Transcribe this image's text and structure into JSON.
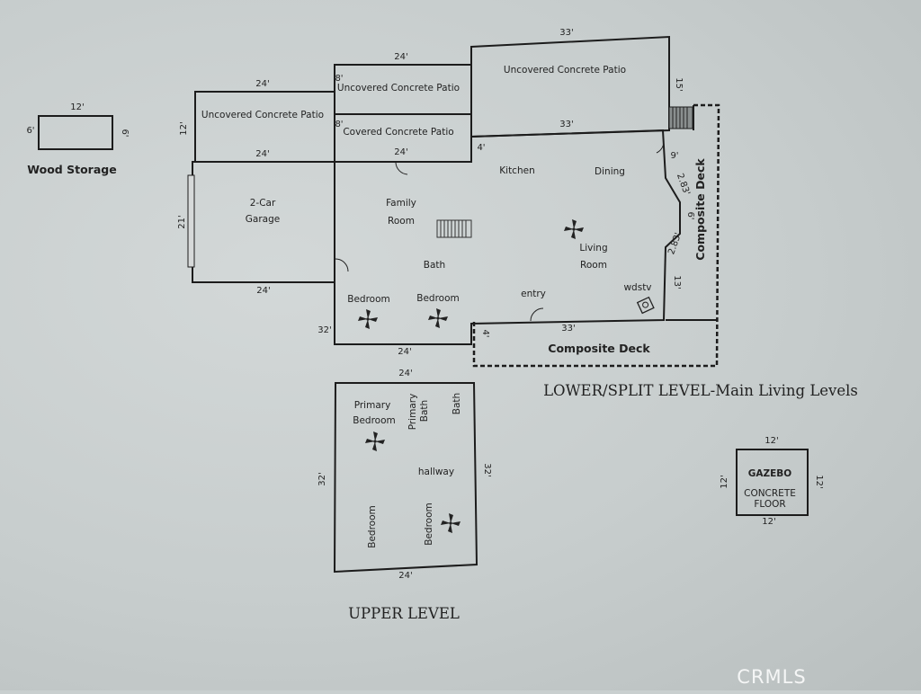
{
  "rooms": {
    "wood_storage": {
      "title": "Wood Storage",
      "dim_top": "12'",
      "dim_left": "6'",
      "dim_right": "6'"
    },
    "patio_left": {
      "label": "Uncovered Concrete Patio",
      "dim_top": "24'",
      "dim_left": "12'",
      "dim_bottom": "24'"
    },
    "patio_mid": {
      "label": "Uncovered Concrete Patio",
      "dim_top": "24'",
      "dim_left": "8'"
    },
    "covered_patio": {
      "label": "Covered Concrete Patio",
      "dim_left": "8'",
      "dim_bottom": "24'"
    },
    "patio_right": {
      "label": "Uncovered Concrete Patio",
      "dim_top": "33'",
      "dim_right": "15'",
      "dim_bottom": "33'"
    },
    "garage": {
      "line1": "2-Car",
      "line2": "Garage",
      "dim_left": "21'",
      "dim_bottom": "24'"
    },
    "family": {
      "line1": "Family",
      "line2": "Room"
    },
    "kitchen": "Kitchen",
    "dining": "Dining",
    "bath": "Bath",
    "living": {
      "line1": "Living",
      "line2": "Room"
    },
    "bedroom1": "Bedroom",
    "bedroom2": "Bedroom",
    "entry": "entry",
    "wdstv": "wdstv",
    "dim_4": "4'",
    "dim_9": "9'",
    "dim_283a": "2.83'",
    "dim_6": "6'",
    "dim_283b": "2.83'",
    "dim_13": "13'",
    "dim_32": "32'",
    "dim_24": "24'",
    "composite_deck_right": "Composite Deck",
    "composite_deck_bottom": "Composite Deck",
    "deck_dim_4": "4'",
    "deck_dim_33": "33'"
  },
  "lower_title": "LOWER/SPLIT LEVEL-Main Living Levels",
  "upper": {
    "dim_top": "24'",
    "dim_left": "32'",
    "dim_right": "32'",
    "dim_bottom": "24'",
    "primary_line1": "Primary",
    "primary_line2": "Bedroom",
    "primary_bath_line1": "Primary",
    "primary_bath_line2": "Bath",
    "bath": "Bath",
    "hallway": "hallway",
    "bedroom_left": "Bedroom",
    "bedroom_right": "Bedroom",
    "title": "UPPER LEVEL"
  },
  "gazebo": {
    "title": "GAZEBO",
    "line1": "CONCRETE",
    "line2": "FLOOR",
    "dim_top": "12'",
    "dim_left": "12'",
    "dim_right": "12'",
    "dim_bottom": "12'"
  },
  "watermark": "CRMLS",
  "icons": [
    "door-swing-icon",
    "ceiling-fan-icon",
    "stairs-icon",
    "wood-stove-icon"
  ]
}
